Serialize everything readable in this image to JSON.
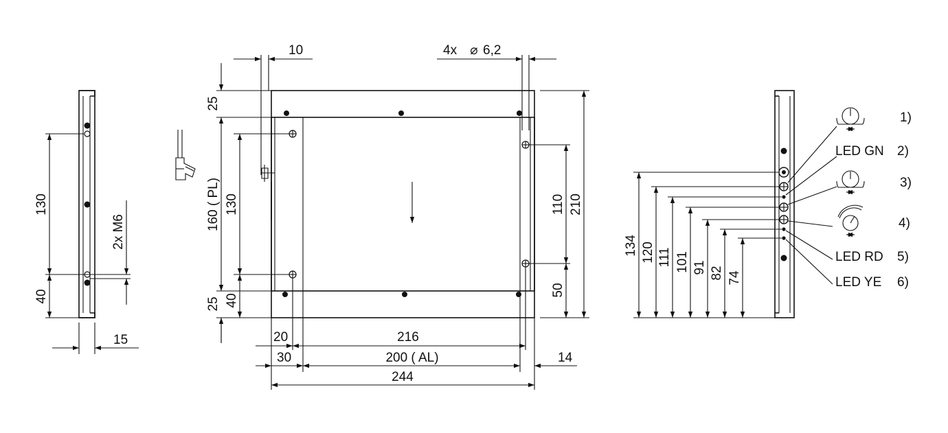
{
  "dimensions": {
    "left_view": {
      "height_130": "130",
      "height_40": "40",
      "thread": "2x M6",
      "width_15": "15"
    },
    "front_top": {
      "offset_10": "10",
      "holes": "4x",
      "hole_diameter": "6,2"
    },
    "front_left": {
      "top_25": "25",
      "height_160_pl": "160 ( PL)",
      "holes_130": "130",
      "bottom_25": "25",
      "bottom_40": "40"
    },
    "front_right": {
      "height_110": "110",
      "height_210": "210",
      "bottom_50": "50"
    },
    "front_bottom": {
      "width_20": "20",
      "width_216": "216",
      "width_30": "30",
      "width_200_al": "200 ( AL)",
      "width_14": "14",
      "width_244": "244"
    },
    "right_view": {
      "h134": "134",
      "h120": "120",
      "h111": "111",
      "h101": "101",
      "h91": "91",
      "h82": "82",
      "h74": "74"
    }
  },
  "callouts": [
    {
      "id": "1",
      "label": "",
      "number": "1)",
      "icon": "potentiometer-icon"
    },
    {
      "id": "2",
      "label": "LED GN",
      "number": "2)",
      "icon": ""
    },
    {
      "id": "3",
      "label": "",
      "number": "3)",
      "icon": "potentiometer-icon"
    },
    {
      "id": "4",
      "label": "",
      "number": "4)",
      "icon": "rotary-switch-icon"
    },
    {
      "id": "5",
      "label": "LED RD",
      "number": "5)",
      "icon": ""
    },
    {
      "id": "6",
      "label": "LED YE",
      "number": "6)",
      "icon": ""
    }
  ],
  "symbols": {
    "diameter": "⌀"
  },
  "colors": {
    "line": "#111111",
    "background": "#ffffff"
  }
}
